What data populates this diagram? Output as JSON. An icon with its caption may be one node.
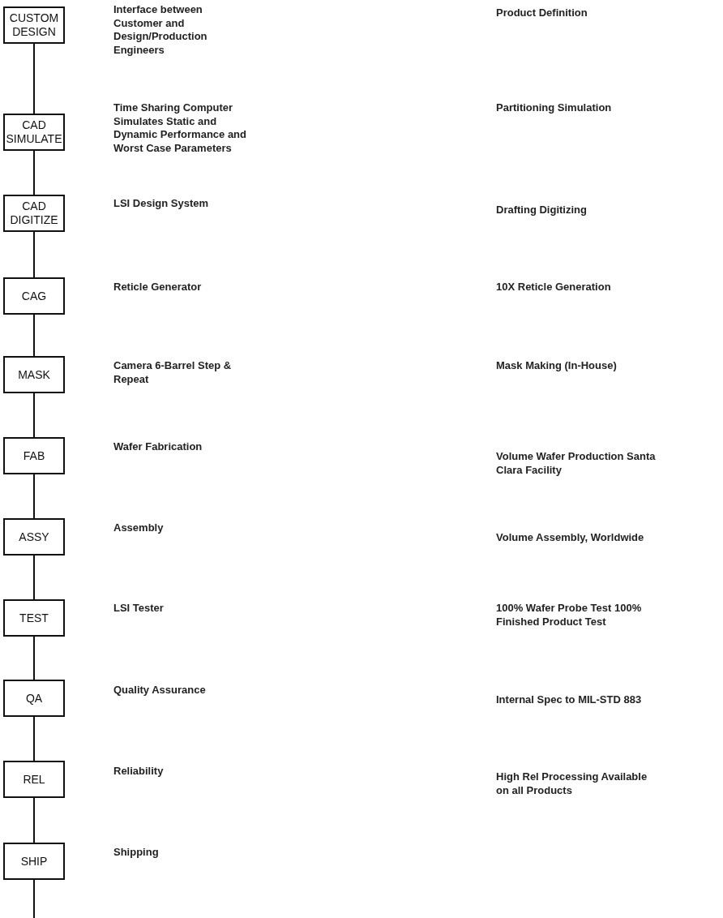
{
  "diagram": {
    "nodes": [
      {
        "text": [
          "CUSTOM DESIGN"
        ]
      },
      {
        "text": [
          "CAD SIMULATE"
        ]
      },
      {
        "text": [
          "CAD DIGITIZE"
        ]
      },
      {
        "text": [
          "CAG"
        ]
      },
      {
        "text": [
          "MASK"
        ]
      },
      {
        "text": [
          "FAB"
        ]
      },
      {
        "text": [
          "ASSY"
        ]
      },
      {
        "text": [
          "TEST"
        ]
      },
      {
        "text": [
          "QA"
        ]
      },
      {
        "text": [
          "REL"
        ]
      },
      {
        "text": [
          "SHIP"
        ]
      }
    ],
    "edges": [
      {
        "from": 0,
        "to": 1,
        "arrow": "none"
      },
      {
        "from": 1,
        "to": 2,
        "arrow": "none"
      },
      {
        "from": 2,
        "to": 3,
        "arrow": "none"
      },
      {
        "from": 3,
        "to": 4,
        "arrow": "none"
      },
      {
        "from": 4,
        "to": 5,
        "arrow": "none"
      },
      {
        "from": 5,
        "to": 6,
        "arrow": "none"
      },
      {
        "from": 6,
        "to": 7,
        "arrow": "none"
      },
      {
        "from": 7,
        "to": 8,
        "arrow": "none"
      },
      {
        "from": 8,
        "to": 9,
        "arrow": "none"
      },
      {
        "from": 9,
        "to": 10,
        "arrow": "none"
      },
      {
        "from": 10,
        "to": null,
        "arrow": "none"
      }
    ],
    "labels": [
      "Interface between Customer and Design/Production Engineers",
      "Product Definition",
      "Time Sharing Computer Simulates Static and Dynamic Performance and Worst Case Parameters",
      "Partitioning Simulation",
      "LSI Design System",
      "Drafting Digitizing",
      "Reticle Generator",
      "10X Reticle Generation",
      "Camera 6-Barrel Step & Repeat",
      "Mask Making (In-House)",
      "Wafer Fabrication",
      "Volume Wafer Production Santa Clara Facility",
      "Assembly",
      "Volume Assembly, Worldwide",
      "LSI Tester",
      "100% Wafer Probe Test 100% Finished Product Test",
      "Quality Assurance",
      "Internal Spec to MIL-STD 883",
      "Reliability",
      "High Rel Processing Available on all Products",
      "Shipping"
    ]
  }
}
